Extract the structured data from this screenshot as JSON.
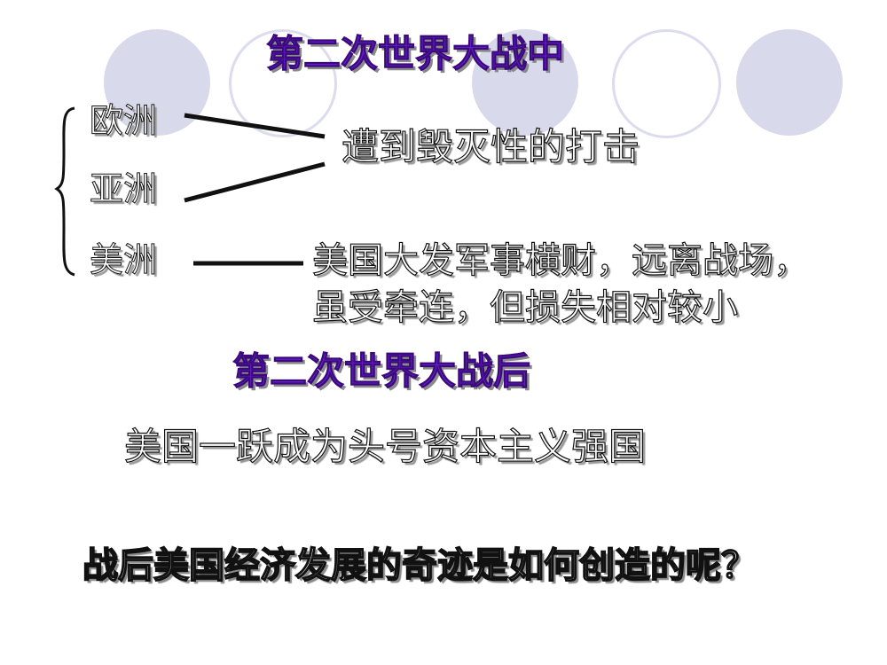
{
  "slide": {
    "decor": {
      "circle_fill_color": "#d9d9ec",
      "circle_ring_color": "#dcdcee",
      "circles": [
        "filled",
        "ring",
        "filled",
        "ring",
        "filled"
      ]
    },
    "title_during": "第二次世界大战中",
    "continents": [
      {
        "label": "欧洲"
      },
      {
        "label": "亚洲"
      },
      {
        "label": "美洲"
      }
    ],
    "europe_asia_result": "遭到毁灭性的打击",
    "america_result_line1": "美国大发军事横财，远离战场，",
    "america_result_line2": "虽受牵连，但损失相对较小",
    "title_after": "第二次世界大战后",
    "after_statement": "美国一跃成为头号资本主义强国",
    "question": "战后美国经济发展的奇迹是如何创造的呢？",
    "title_color": "#6a1fd6"
  }
}
